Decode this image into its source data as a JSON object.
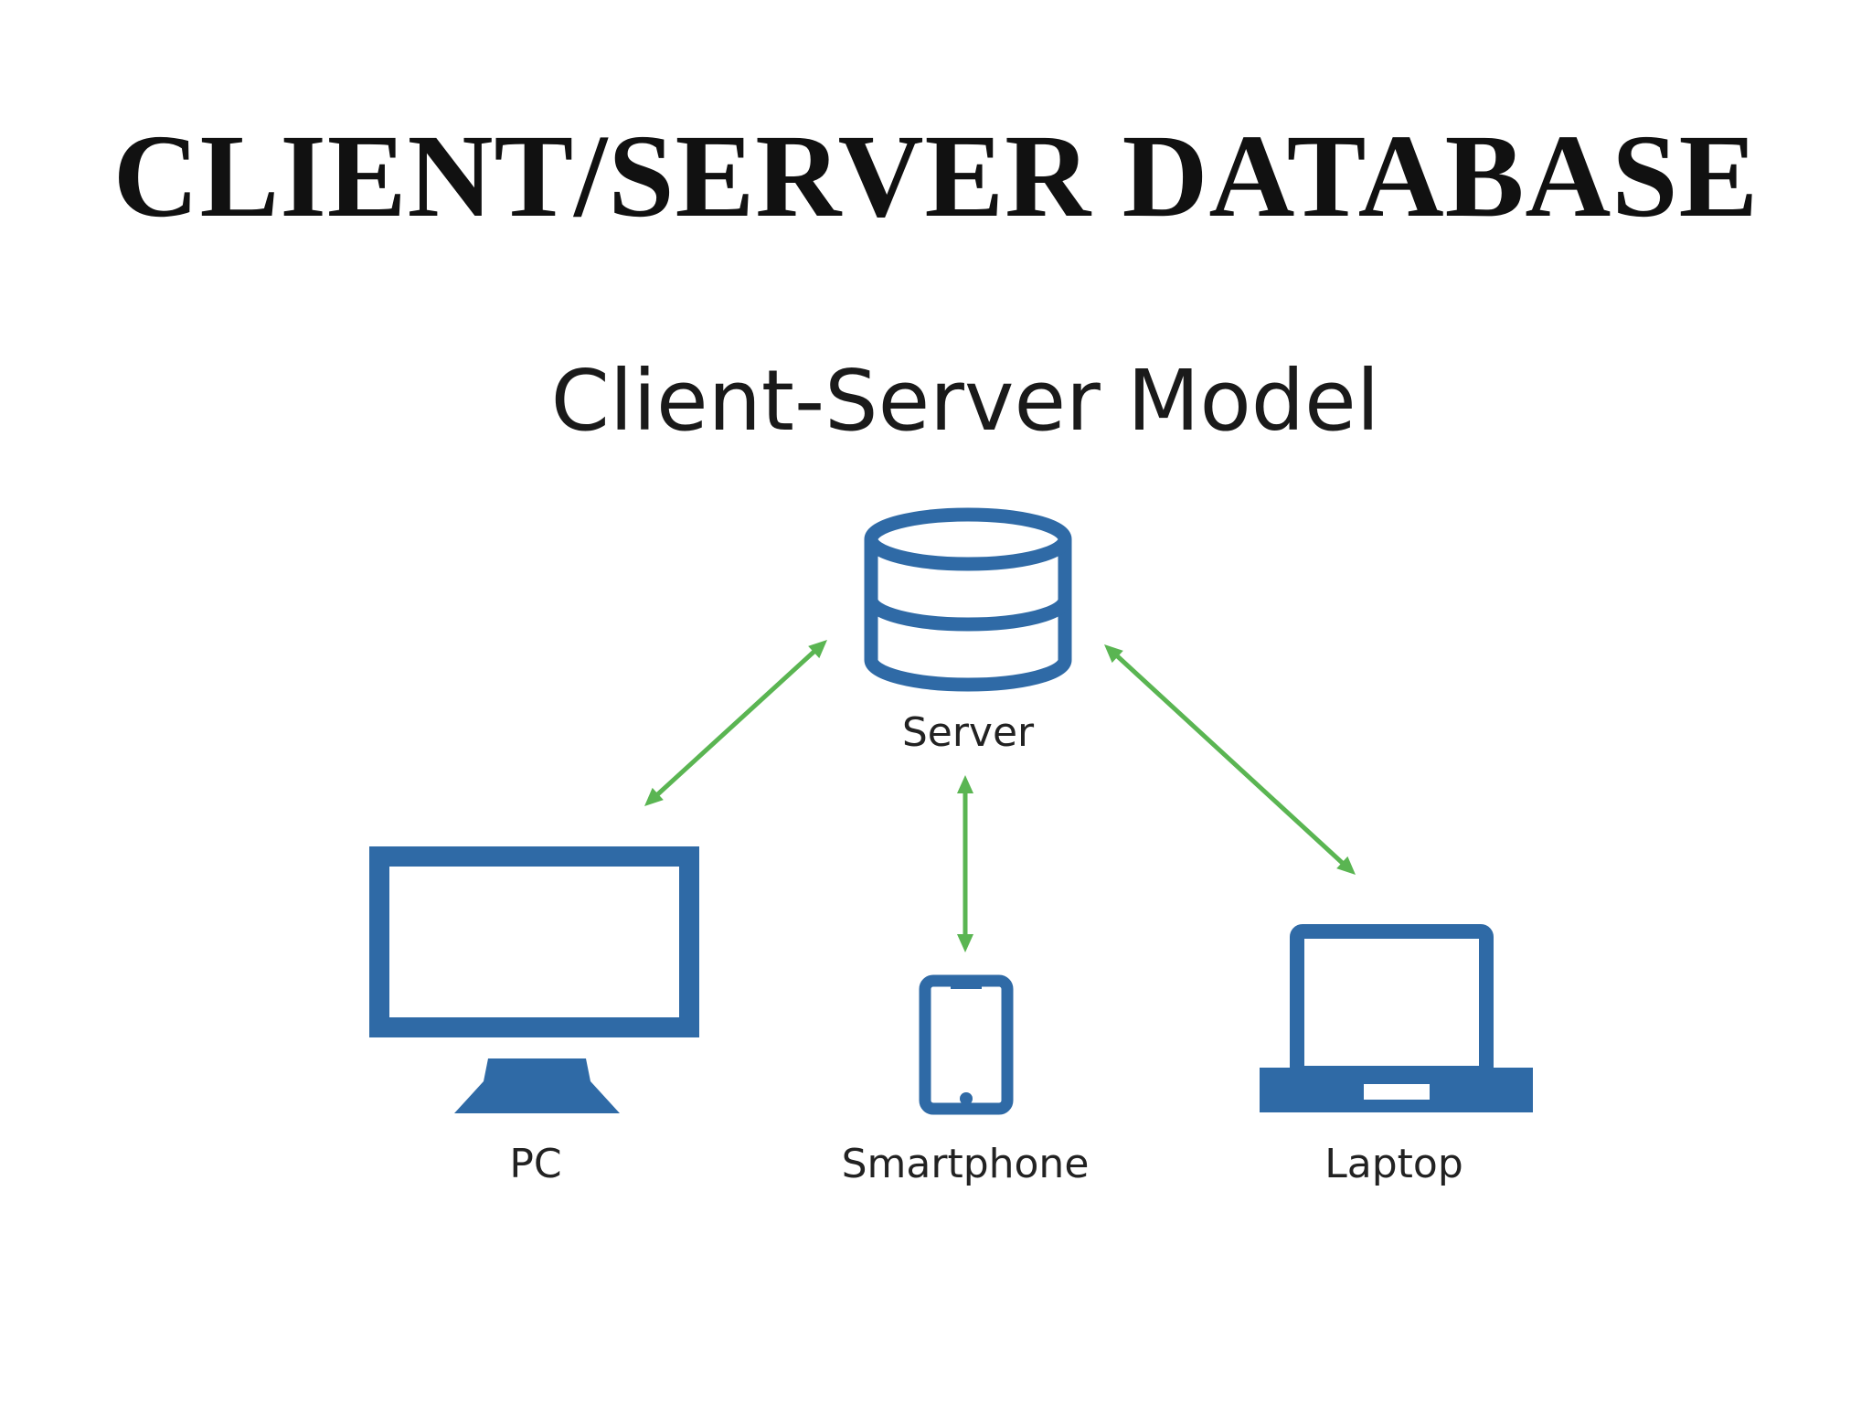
{
  "page": {
    "title": "CLIENT/SERVER DATABASE"
  },
  "diagram": {
    "title": "Client-Server Model",
    "colors": {
      "icon": "#2f6aa6",
      "arrow": "#5ab552"
    },
    "nodes": {
      "server": {
        "label": "Server",
        "icon": "database-icon"
      },
      "pc": {
        "label": "PC",
        "icon": "monitor-icon"
      },
      "smartphone": {
        "label": "Smartphone",
        "icon": "smartphone-icon"
      },
      "laptop": {
        "label": "Laptop",
        "icon": "laptop-icon"
      }
    },
    "connections": [
      {
        "from": "server",
        "to": "pc",
        "direction": "bidirectional"
      },
      {
        "from": "server",
        "to": "smartphone",
        "direction": "bidirectional"
      },
      {
        "from": "server",
        "to": "laptop",
        "direction": "bidirectional"
      }
    ]
  }
}
